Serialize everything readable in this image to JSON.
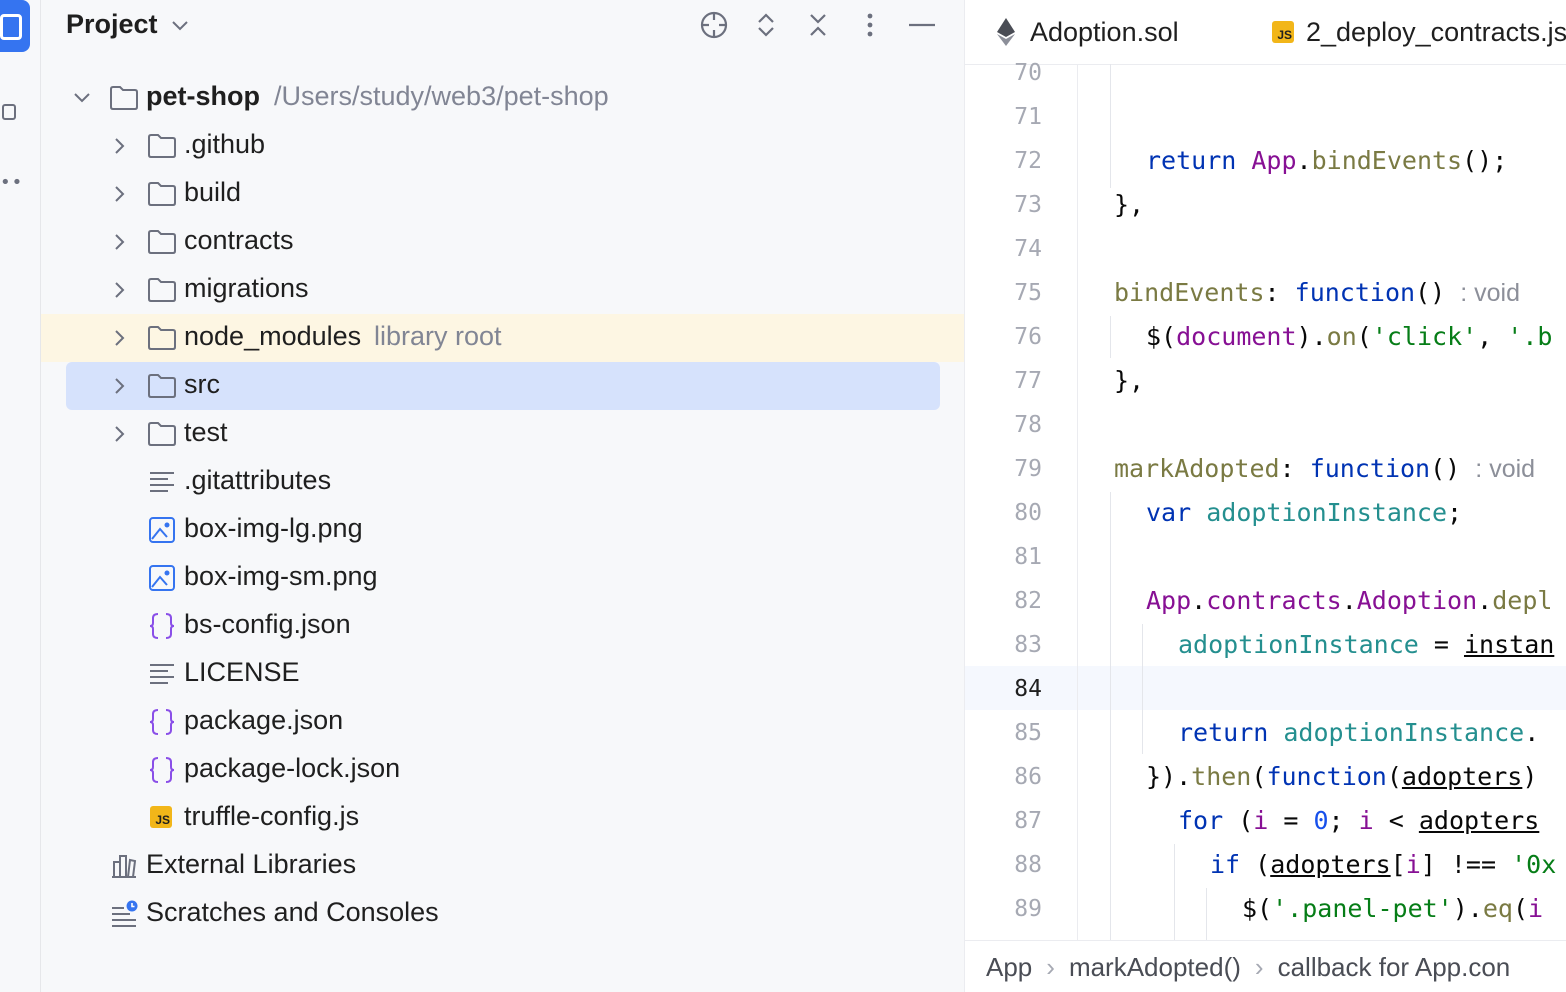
{
  "panel": {
    "title": "Project"
  },
  "tree": {
    "root": {
      "name": "pet-shop",
      "path": "/Users/study/web3/pet-shop"
    },
    "folders": [
      {
        "name": ".github"
      },
      {
        "name": "build"
      },
      {
        "name": "contracts"
      },
      {
        "name": "migrations"
      },
      {
        "name": "node_modules",
        "note": "library root"
      },
      {
        "name": "src"
      },
      {
        "name": "test"
      }
    ],
    "files": [
      {
        "name": ".gitattributes",
        "icon": "text-file-icon"
      },
      {
        "name": "box-img-lg.png",
        "icon": "image-file-icon"
      },
      {
        "name": "box-img-sm.png",
        "icon": "image-file-icon"
      },
      {
        "name": "bs-config.json",
        "icon": "json-file-icon"
      },
      {
        "name": "LICENSE",
        "icon": "text-file-icon"
      },
      {
        "name": "package.json",
        "icon": "json-file-icon"
      },
      {
        "name": "package-lock.json",
        "icon": "json-file-icon"
      },
      {
        "name": "truffle-config.js",
        "icon": "js-file-icon",
        "badge": "JS"
      }
    ],
    "external_libraries": "External Libraries",
    "scratches": "Scratches and Consoles"
  },
  "editor": {
    "tabs": [
      {
        "label": "Adoption.sol",
        "icon": "ethereum-icon"
      },
      {
        "label": "2_deploy_contracts.js",
        "icon": "js-file-icon",
        "badge": "JS"
      }
    ],
    "line_numbers": [
      "70",
      "71",
      "72",
      "73",
      "74",
      "75",
      "76",
      "77",
      "78",
      "79",
      "80",
      "81",
      "82",
      "83",
      "84",
      "85",
      "86",
      "87",
      "88",
      "89"
    ],
    "current_line": "84",
    "code": {
      "l72_return": "return",
      "l72_app": "App",
      "l72_bind": "bindEvents",
      "l72_rest": "();",
      "l73": "},",
      "l75_name": "bindEvents",
      "l75_colon": ":",
      "l75_function": "function",
      "l75_parens": "()",
      "l75_hint": ": void",
      "l76_dollar": "$(",
      "l76_document": "document",
      "l76_close": ").",
      "l76_on": "on",
      "l76_open": "(",
      "l76_click": "'click'",
      "l76_comma": ", ",
      "l76_str2": "'.b",
      "l77": "},",
      "l79_name": "markAdopted",
      "l79_colon": ":",
      "l79_function": "function",
      "l79_parens": "()",
      "l79_hint": ": void",
      "l80_var": "var",
      "l80_name": "adoptionInstance",
      "l80_semi": ";",
      "l82_app": "App",
      "l82_dot1": ".",
      "l82_contracts": "contracts",
      "l82_dot2": ".",
      "l82_adoption": "Adoption",
      "l82_dot3": ".",
      "l82_deployed": "depl",
      "l83_name": "adoptionInstance",
      "l83_eq": " = ",
      "l83_instance": "instan",
      "l85_return": "return",
      "l85_name": "adoptionInstance",
      "l85_dot": ".",
      "l86_close": "}).",
      "l86_then": "then",
      "l86_open": "(",
      "l86_function": "function",
      "l86_paren": "(",
      "l86_adopters": "adopters",
      "l86_end": ")",
      "l87_for": "for",
      "l87_open": " (",
      "l87_i1": "i",
      "l87_eq": " = ",
      "l87_zero": "0",
      "l87_semi": "; ",
      "l87_i2": "i",
      "l87_lt": " < ",
      "l87_adopters": "adopters",
      "l88_if": "if",
      "l88_open": " (",
      "l88_adopters": "adopters",
      "l88_br1": "[",
      "l88_i": "i",
      "l88_br2": "]",
      "l88_neq": " !== ",
      "l88_str": "'0x",
      "l89_dollar": "$(",
      "l89_str": "'.panel-pet'",
      "l89_close": ").",
      "l89_eq": "eq",
      "l89_open": "(",
      "l89_i": "i"
    },
    "breadcrumbs": [
      "App",
      "markAdopted()",
      "callback for App.con"
    ]
  }
}
